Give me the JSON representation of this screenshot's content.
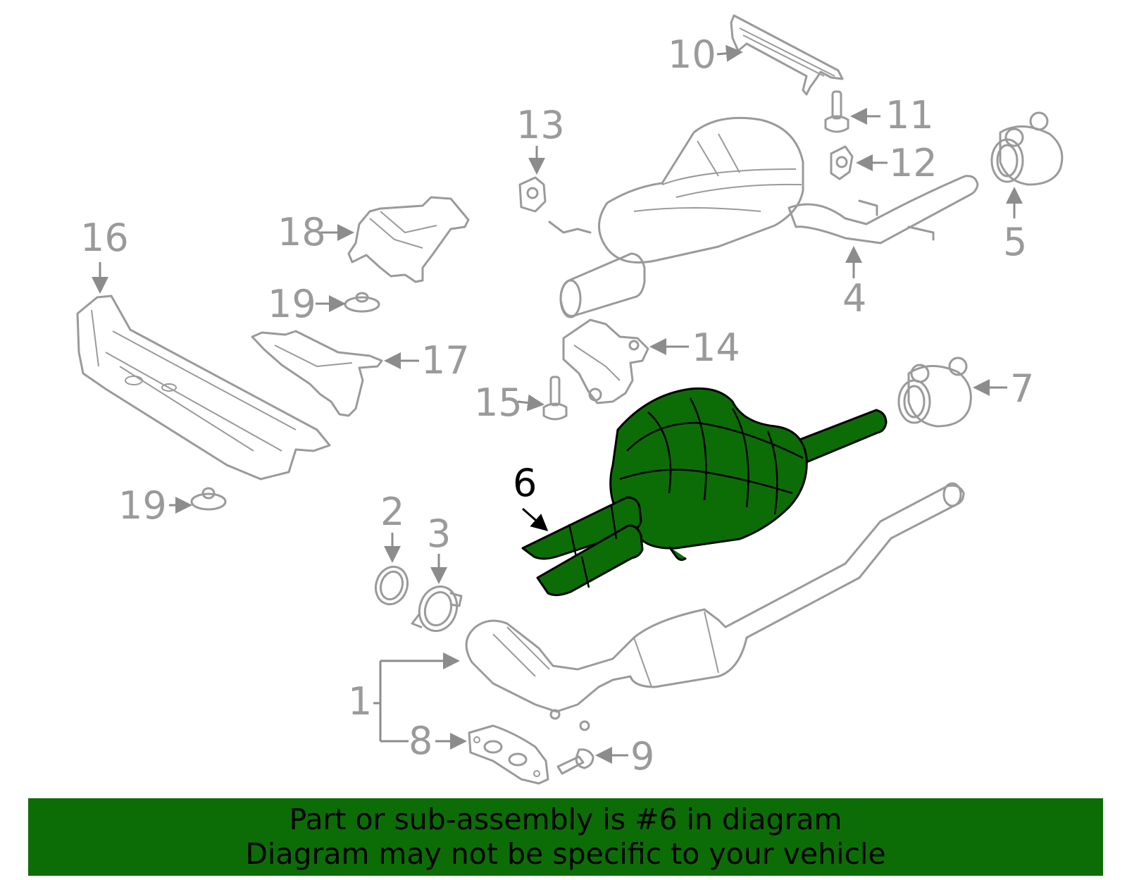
{
  "diagram": {
    "highlight_color": "#0c6d07",
    "highlighted_part": "6",
    "callouts": {
      "c1": "1",
      "c2": "2",
      "c3": "3",
      "c4": "4",
      "c5": "5",
      "c6": "6",
      "c7": "7",
      "c8": "8",
      "c9": "9",
      "c10": "10",
      "c11": "11",
      "c12": "12",
      "c13": "13",
      "c14": "14",
      "c15": "15",
      "c16": "16",
      "c17": "17",
      "c18": "18",
      "c19a": "19",
      "c19b": "19"
    }
  },
  "banner": {
    "line1": "Part or sub-assembly is #6 in diagram",
    "line2": "Diagram may not be specific to your vehicle"
  }
}
